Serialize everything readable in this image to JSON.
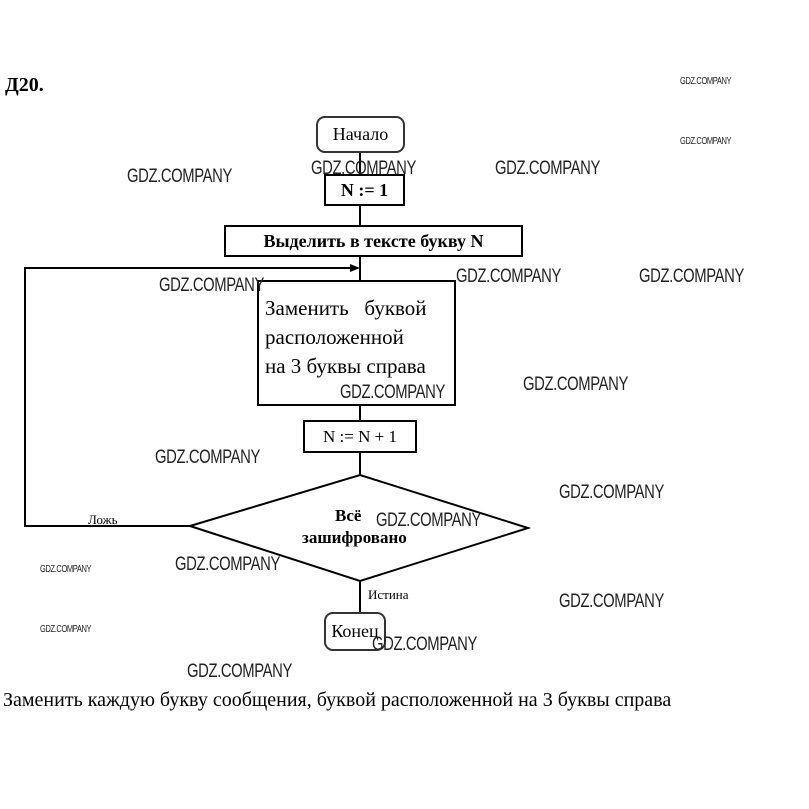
{
  "task_number": "Д20.",
  "flowchart": {
    "start": "Начало",
    "init": "N := 1",
    "select": "Выделить в тексте букву N",
    "replace_lines": [
      "Заменить   буквой",
      "расположенной",
      "на 3 буквы справа"
    ],
    "increment": "N := N + 1",
    "condition_lines": [
      "Всё",
      "зашифровано"
    ],
    "false_label": "Ложь",
    "true_label": "Истина",
    "end": "Конец"
  },
  "caption": "Заменить каждую букву сообщения, буквой расположенной на 3 буквы справа",
  "watermarks": [
    "GDZ.COMPANY",
    "GDZ.COMPANY",
    "GDZ.COMPANY",
    "GDZ.COMPANY",
    "GDZ.COMPANY",
    "GDZ.COMPANY",
    "GDZ.COMPANY",
    "GDZ.COMPANY",
    "GDZ.COMPANY",
    "GDZ.COMPANY",
    "GDZ.COMPANY",
    "GDZ.COMPANY",
    "GDZ.COMPANY",
    "GDZ.COMPANY",
    "GDZ.COMPANY",
    "GDZ.COMPANY",
    "GDZ.COMPANY",
    "GDZ.COMPANY",
    "GDZ.COMPANY"
  ]
}
